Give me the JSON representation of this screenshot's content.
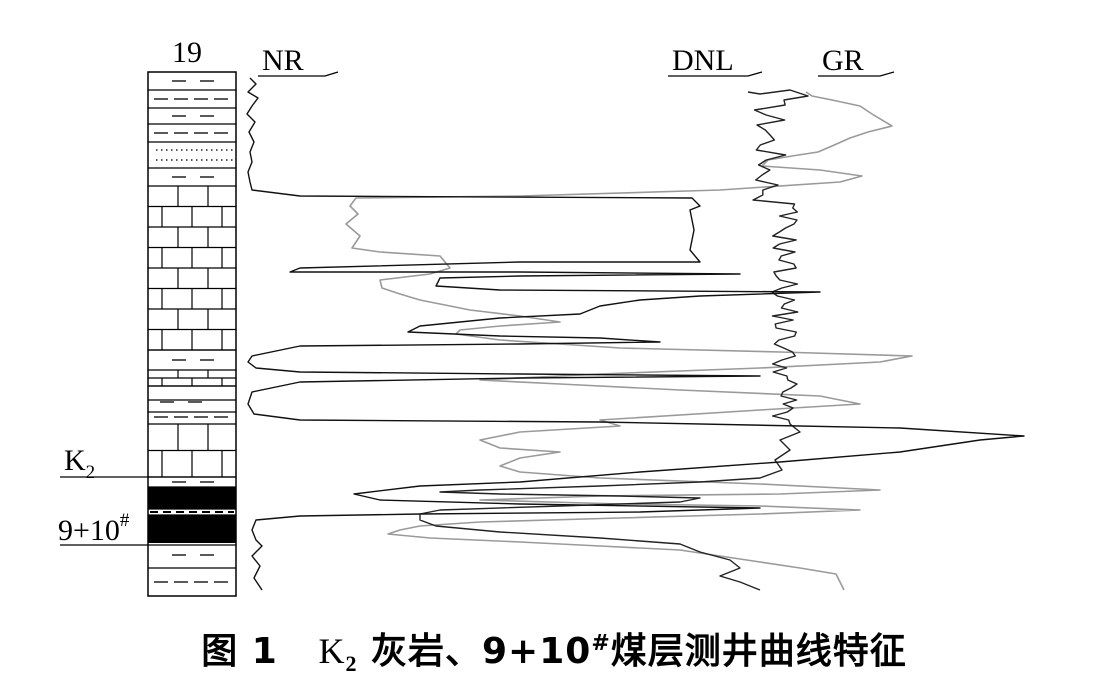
{
  "well_id": "19",
  "curves": {
    "nr": {
      "label": "NR",
      "color": "#111111"
    },
    "dnl": {
      "label": "DNL",
      "color": "#222222"
    },
    "gr": {
      "label": "GR",
      "color": "#9a9a9a"
    }
  },
  "markers": {
    "k2": {
      "base": "K",
      "sub": "2"
    },
    "coal": {
      "base": "9+10",
      "sup": "#"
    }
  },
  "caption": {
    "fig_no": "图 1",
    "k2_base": "K",
    "k2_sub": "2",
    "part1": " 灰岩",
    "sep": "、",
    "seam": "9+10",
    "seam_sup": "#",
    "part2": "煤层测井曲线特征"
  }
}
